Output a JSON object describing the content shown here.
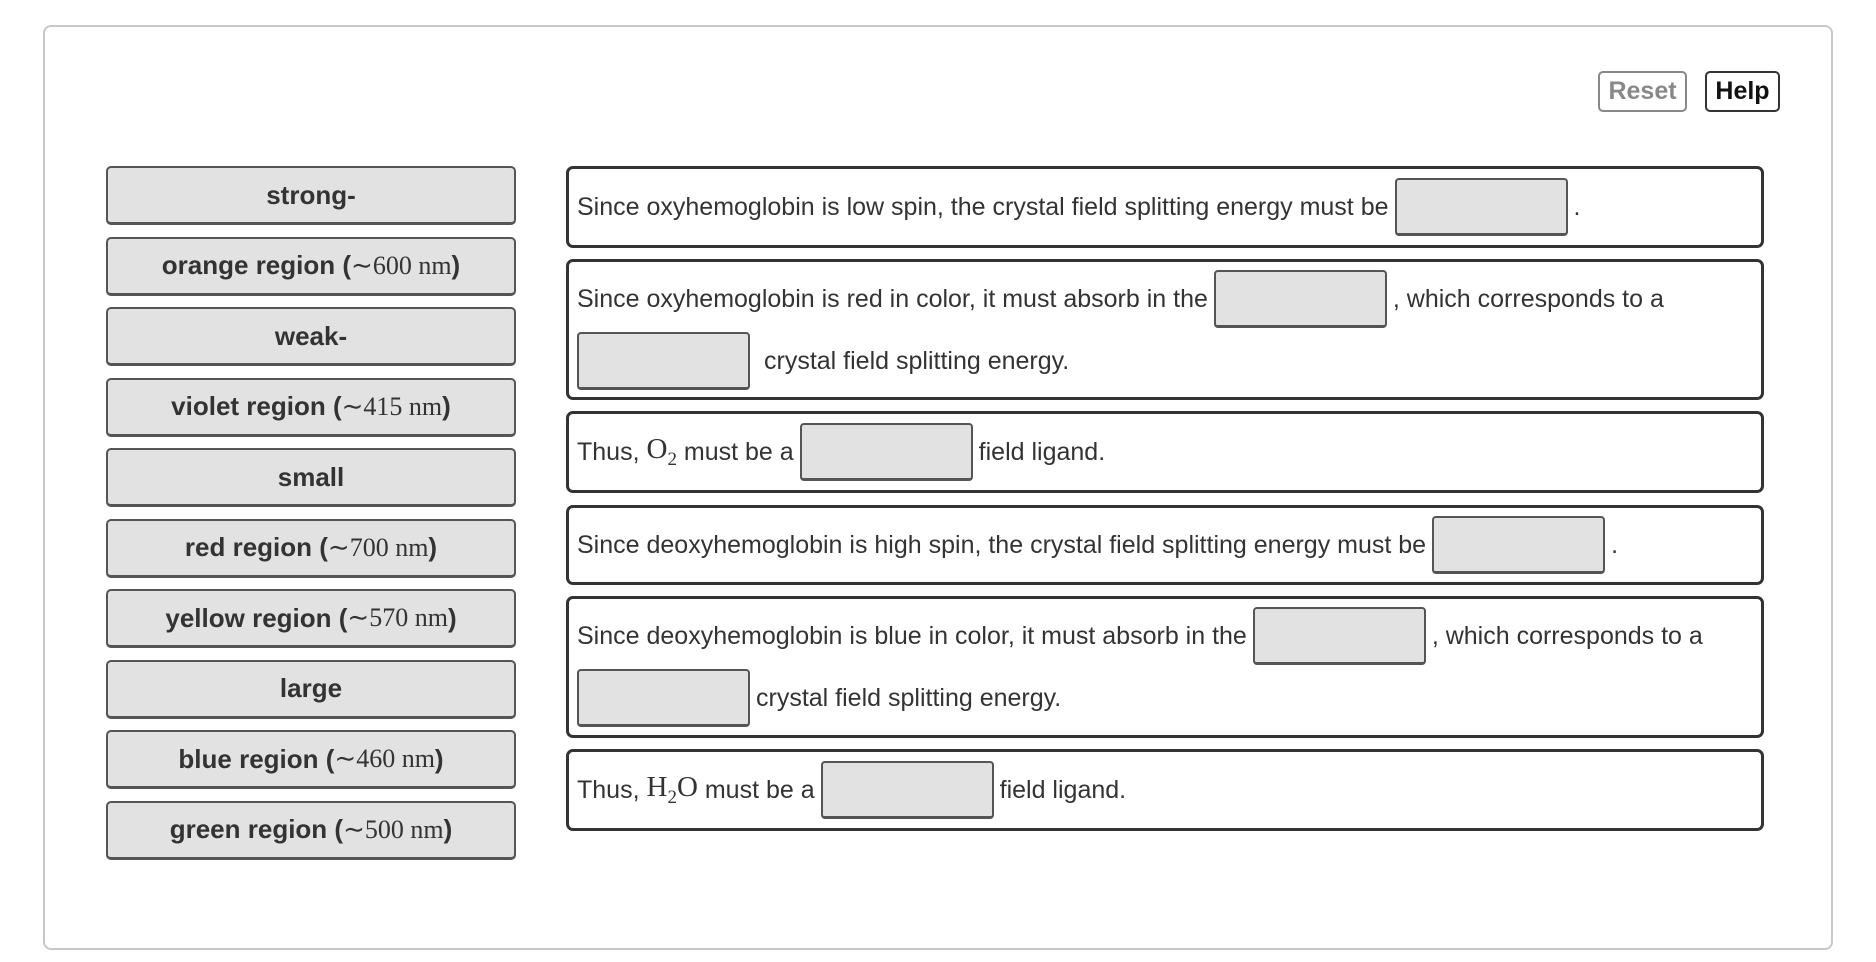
{
  "toolbar": {
    "reset_label": "Reset",
    "help_label": "Help"
  },
  "tiles": [
    {
      "text": "strong-"
    },
    {
      "text": "orange region (",
      "math": "∼600 nm",
      "close": ")"
    },
    {
      "text": "weak-"
    },
    {
      "text": "violet region (",
      "math": "∼415 nm",
      "close": ")"
    },
    {
      "text": "small"
    },
    {
      "text": "red region (",
      "math": "∼700 nm",
      "close": ")"
    },
    {
      "text": "yellow region (",
      "math": "∼570 nm",
      "close": ")"
    },
    {
      "text": "large"
    },
    {
      "text": "blue region (",
      "math": "∼460 nm",
      "close": ")"
    },
    {
      "text": "green region (",
      "math": "∼500 nm",
      "close": ")"
    }
  ],
  "statements": {
    "s1": {
      "a": "Since oxyhemoglobin is low spin, the crystal field splitting energy must be",
      "b": "."
    },
    "s2": {
      "a": "Since oxyhemoglobin is red in color, it must absorb in the",
      "b": ", which corresponds to a",
      "c": "crystal field splitting energy."
    },
    "s3": {
      "a": "Thus, ",
      "f1": "O",
      "sub": "2",
      "b": " must be a",
      "c": "field ligand."
    },
    "s4": {
      "a": "Since deoxyhemoglobin is high spin, the crystal field splitting energy must be",
      "b": "."
    },
    "s5": {
      "a": "Since deoxyhemoglobin is blue in color, it must absorb in the",
      "b": ", which corresponds to a",
      "c": "crystal field splitting energy."
    },
    "s6": {
      "a": "Thus, ",
      "f1": "H",
      "sub": "2",
      "f2": "O",
      "b": " must be a",
      "c": "field ligand."
    }
  }
}
